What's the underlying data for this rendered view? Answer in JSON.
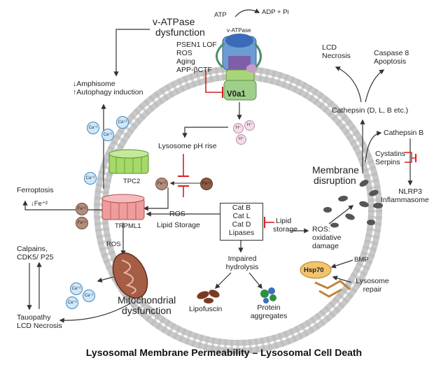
{
  "title": "Lysosomal Membrane Permeability – Lysosomal Cell Death",
  "top": {
    "atp": "ATP",
    "adp": "ADP + Pi",
    "vatpase_small": "v-ATPase",
    "vatpase_dysfunction": [
      "v-ATPase",
      "dysfunction"
    ],
    "causes": [
      "PSEN1 LOF",
      "ROS",
      "Aging",
      "APP-βCTF"
    ],
    "v0a1": "V0a1"
  },
  "autophagy": [
    "↓Amphisome",
    "↑Autophagy induction"
  ],
  "ph_rise": "Lysosome pH rise",
  "h_ion": "H⁺",
  "left": {
    "ferroptosis": "Ferroptosis",
    "fe_down": "↓Fe⁺²",
    "tpc2": "TPC2",
    "trpml1": "TRPML1",
    "ros": "ROS",
    "lipid_storage": "Lipid Storage",
    "ros_small": "ROS",
    "calpains": [
      "Calpains,",
      "CDK5/ P25"
    ],
    "tauopathy": [
      "Tauopathy",
      "LCD Necrosis"
    ],
    "mito": [
      "Mitochondrial",
      "dysfunction"
    ]
  },
  "ions": {
    "ca": "Ca⁺²",
    "fe2": "Fe⁺²",
    "fe3": "Fe⁺³"
  },
  "cathepsin_box": [
    "Cat B",
    "Cat L",
    "Cat D",
    "Lipases"
  ],
  "impaired": [
    "Impaired",
    "hydrolysis"
  ],
  "lipofuscin": "Lipofuscin",
  "protein_agg": [
    "Protein",
    "aggregates"
  ],
  "lipid_storage_center": [
    "Lipid",
    "storage"
  ],
  "ros_oxidative": [
    "ROS:",
    "oxidative",
    "damage"
  ],
  "membrane_disruption": [
    "Membrane",
    "disruption"
  ],
  "right": {
    "lcd_necrosis": [
      "LCD",
      "Necrosis"
    ],
    "caspase": [
      "Caspase 8",
      "Apoptosis"
    ],
    "cathepsin_dlb": "Cathepsin (D, L, B etc.)",
    "cathepsin_b": "Cathepsin B",
    "cystatins": [
      "Cystatins",
      "Serpins"
    ],
    "nlrp3": [
      "NLRP3",
      "Inflammasome"
    ],
    "bmp": "BMP",
    "hsp70": "Hsp70",
    "repair": [
      "Lysosome",
      "repair"
    ]
  },
  "colors": {
    "membrane": "#cfcfcf",
    "inhibit": "#d62020",
    "tpc2": "#8cc63f",
    "trpml1": "#e58a8a",
    "mito": "#a05a44",
    "hsp70": "#f2c46d"
  }
}
